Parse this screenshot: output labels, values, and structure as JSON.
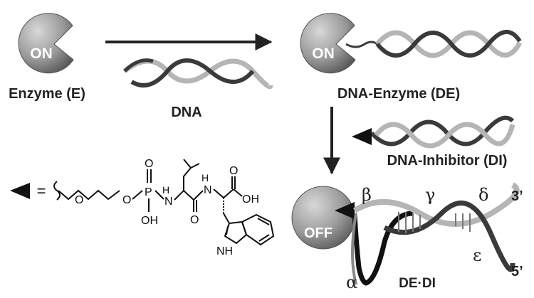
{
  "enzyme": {
    "state_label": "ON",
    "caption": "Enzyme (E)"
  },
  "dna": {
    "caption": "DNA"
  },
  "dna_enzyme": {
    "state_label": "ON",
    "caption": "DNA-Enzyme (DE)"
  },
  "dna_inhibitor": {
    "caption": "DNA-Inhibitor (DI)"
  },
  "complex": {
    "state_label": "OFF",
    "caption": "DE·DI",
    "end_3": "3’",
    "end_5": "5’",
    "greek": {
      "alpha": "α",
      "beta": "β",
      "gamma": "γ",
      "delta": "δ",
      "epsilon": "ε"
    }
  },
  "legend": {
    "equals": "=",
    "atoms": {
      "o1": "O",
      "o2": "O",
      "o3": "O",
      "p": "P",
      "oh": "OH",
      "n1": "N",
      "h1": "H",
      "o4": "O",
      "n2": "N",
      "h2": "H",
      "oh2": "OH",
      "o5": "O",
      "nh": "NH"
    }
  },
  "colors": {
    "enzyme_light": "#c4c4c4",
    "enzyme_dark": "#5a5a5a",
    "strand_dark": "#3a3a3a",
    "strand_light": "#b5b5b5",
    "arrow": "#222222"
  }
}
